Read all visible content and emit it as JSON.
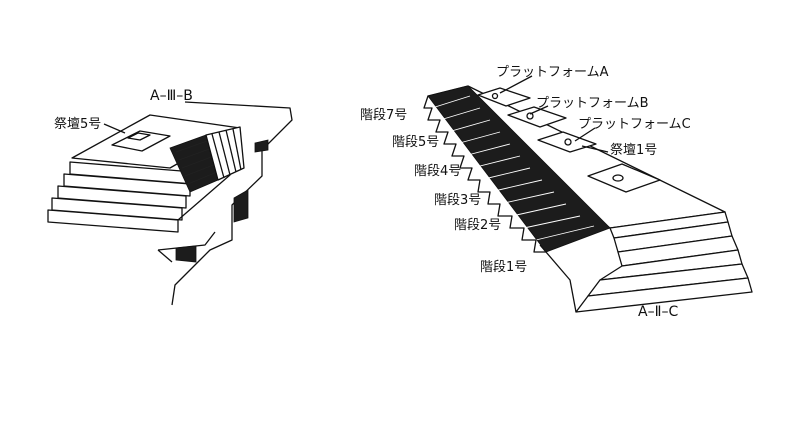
{
  "left_structure": {
    "title": "A–Ⅲ–B",
    "labels": {
      "altar5": "祭壇5号"
    }
  },
  "right_structure": {
    "title": "A–Ⅱ–C",
    "labels": {
      "platform_a": "プラットフォームA",
      "platform_b": "プラットフォームB",
      "platform_c": "プラットフォームC",
      "altar1": "祭壇1号",
      "stair7": "階段7号",
      "stair5": "階段5号",
      "stair4": "階段4号",
      "stair3": "階段3号",
      "stair2": "階段2号",
      "stair1": "階段1号"
    }
  }
}
